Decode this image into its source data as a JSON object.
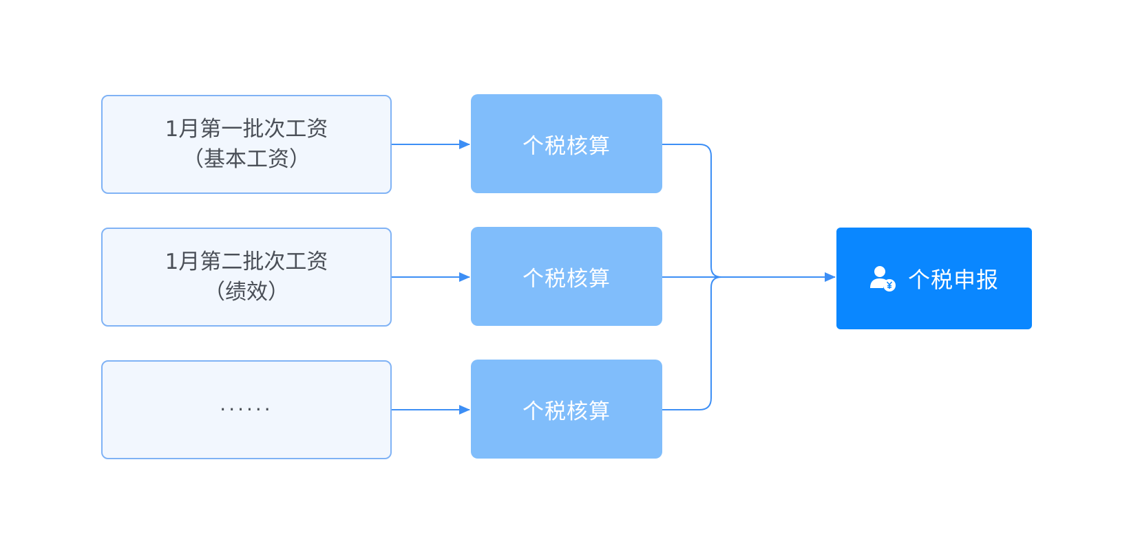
{
  "sources": [
    {
      "line1": "1月第一批次工资",
      "line2": "（基本工资）"
    },
    {
      "line1": "1月第二批次工资",
      "line2": "（绩效）"
    },
    {
      "line1": "······",
      "line2": ""
    }
  ],
  "calc_label": "个税核算",
  "declare_label": "个税申报",
  "declare_icon": "user-tax-icon",
  "colors": {
    "source_bg": "#f2f7fe",
    "source_border": "#7fb2f5",
    "calc_bg": "#80bdfb",
    "declare_bg": "#0a87ff",
    "connector": "#3c8ef5"
  }
}
